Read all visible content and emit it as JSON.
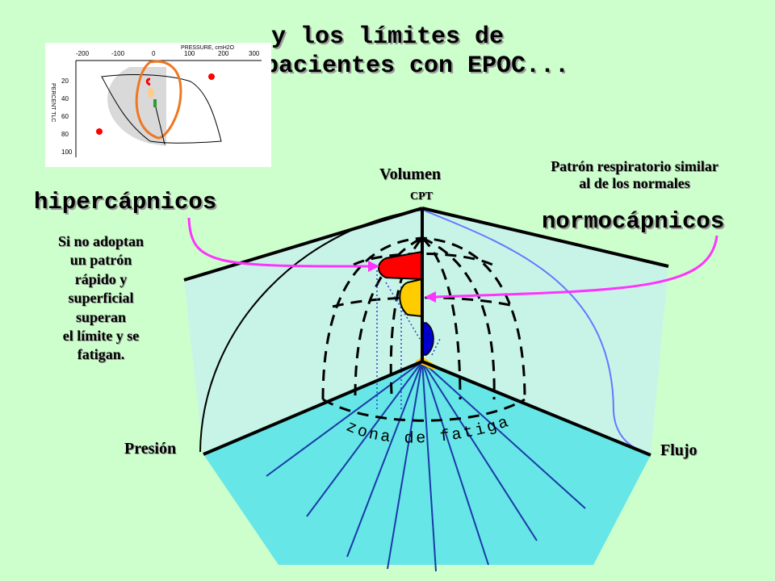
{
  "title": {
    "line1": "y los límites de",
    "line2": "los pacientes con EPOC..."
  },
  "labels": {
    "volumen": "Volumen",
    "cpt": "CPT",
    "presion": "Presión",
    "flujo": "Flujo",
    "zona": "zona de fatiga",
    "hipercapnicos": "hipercápnicos",
    "normocapnicos": "normocápnicos"
  },
  "notes": {
    "normal_line1": "Patrón respiratorio similar",
    "normal_line2": "al de los normales",
    "hyper": [
      "Si no adoptan",
      "un patrón",
      "rápido y",
      "superficial",
      "superan",
      "el límite y se",
      "fatigan."
    ]
  },
  "thumbnail": {
    "axis_title": "PRESSURE, cmH2O",
    "x_ticks": [
      "-200",
      "-100",
      "0",
      "100",
      "200",
      "300"
    ],
    "y_title": "PERCENT TLC",
    "y_ticks": [
      "20",
      "40",
      "60",
      "80",
      "100"
    ]
  },
  "colors": {
    "background": "#ccffcc",
    "floor": "#66e6e6",
    "walls": "#c8f4e8",
    "pink_arrow": "#ff33ff",
    "red_region": "#ff0000",
    "yellow_region": "#ffcc00",
    "blue_region": "#0000cc",
    "orange_loop": "#ee7722"
  }
}
